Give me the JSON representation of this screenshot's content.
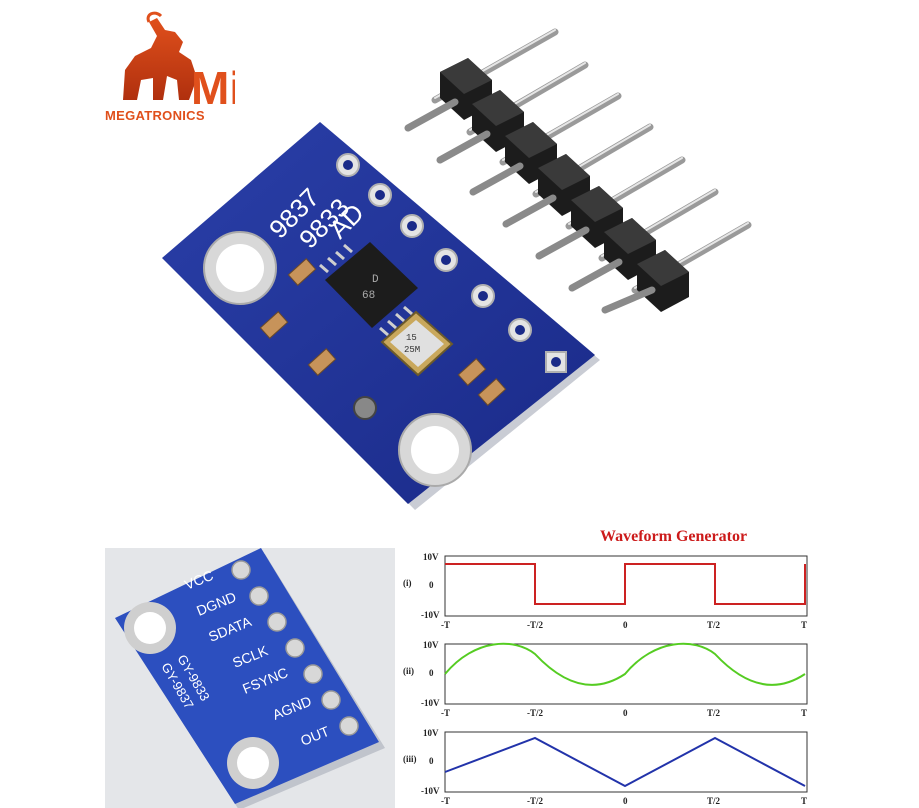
{
  "logo": {
    "brand": "MEGATRONICS",
    "mark": "Mi"
  },
  "board": {
    "silk_left": "9837",
    "silk_mid": "9833",
    "silk_ad": "AD",
    "chip_text": [
      "D",
      "68"
    ],
    "crystal_text": [
      "15",
      "25M"
    ]
  },
  "pinout": {
    "pins": [
      "VCC",
      "DGND",
      "SDATA",
      "SCLK",
      "FSYNC",
      "AGND",
      "OUT"
    ],
    "model_a": "GY-9833",
    "model_b": "GY-9837"
  },
  "waveform": {
    "title": "Waveform Generator",
    "plots": [
      {
        "label": "(i)",
        "type": "square",
        "color": "#cc2222"
      },
      {
        "label": "(ii)",
        "type": "sine",
        "color": "#55cc22"
      },
      {
        "label": "(iii)",
        "type": "triangle",
        "color": "#2233aa"
      }
    ],
    "y_ticks": [
      "10V",
      "0",
      "-10V"
    ],
    "x_ticks": [
      "-T",
      "-T/2",
      "0",
      "T/2",
      "T"
    ]
  }
}
